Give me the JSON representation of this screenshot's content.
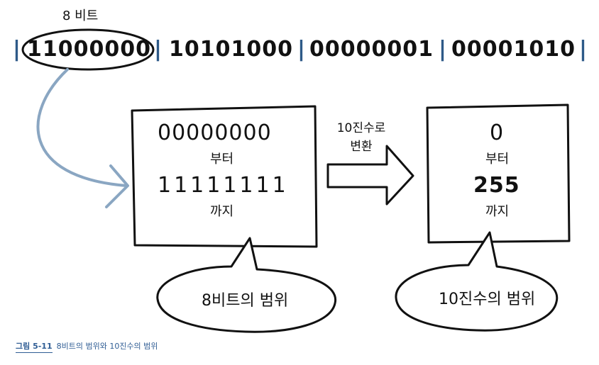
{
  "top": {
    "label_8bit": "8 비트",
    "separator": "|",
    "octets": [
      "11000000",
      "10101000",
      "00000001",
      "00001010"
    ]
  },
  "left_box": {
    "from_value": "00000000",
    "from_suffix": "부터",
    "to_value": "11111111",
    "to_suffix": "까지"
  },
  "conversion_arrow": {
    "line1": "10진수로",
    "line2": "변환"
  },
  "right_box": {
    "from_value": "0",
    "from_suffix": "부터",
    "to_value": "255",
    "to_suffix": "까지"
  },
  "bubbles": {
    "left": "8비트의 범위",
    "right": "10진수의 범위"
  },
  "caption": {
    "number": "그림 5-11",
    "text": "8비트의 범위와 10진수의 범위"
  },
  "colors": {
    "ink": "#111111",
    "accent_blue": "#2e5a88",
    "curve_blue": "#8aa6c2",
    "caption_blue": "#2f5d94"
  }
}
